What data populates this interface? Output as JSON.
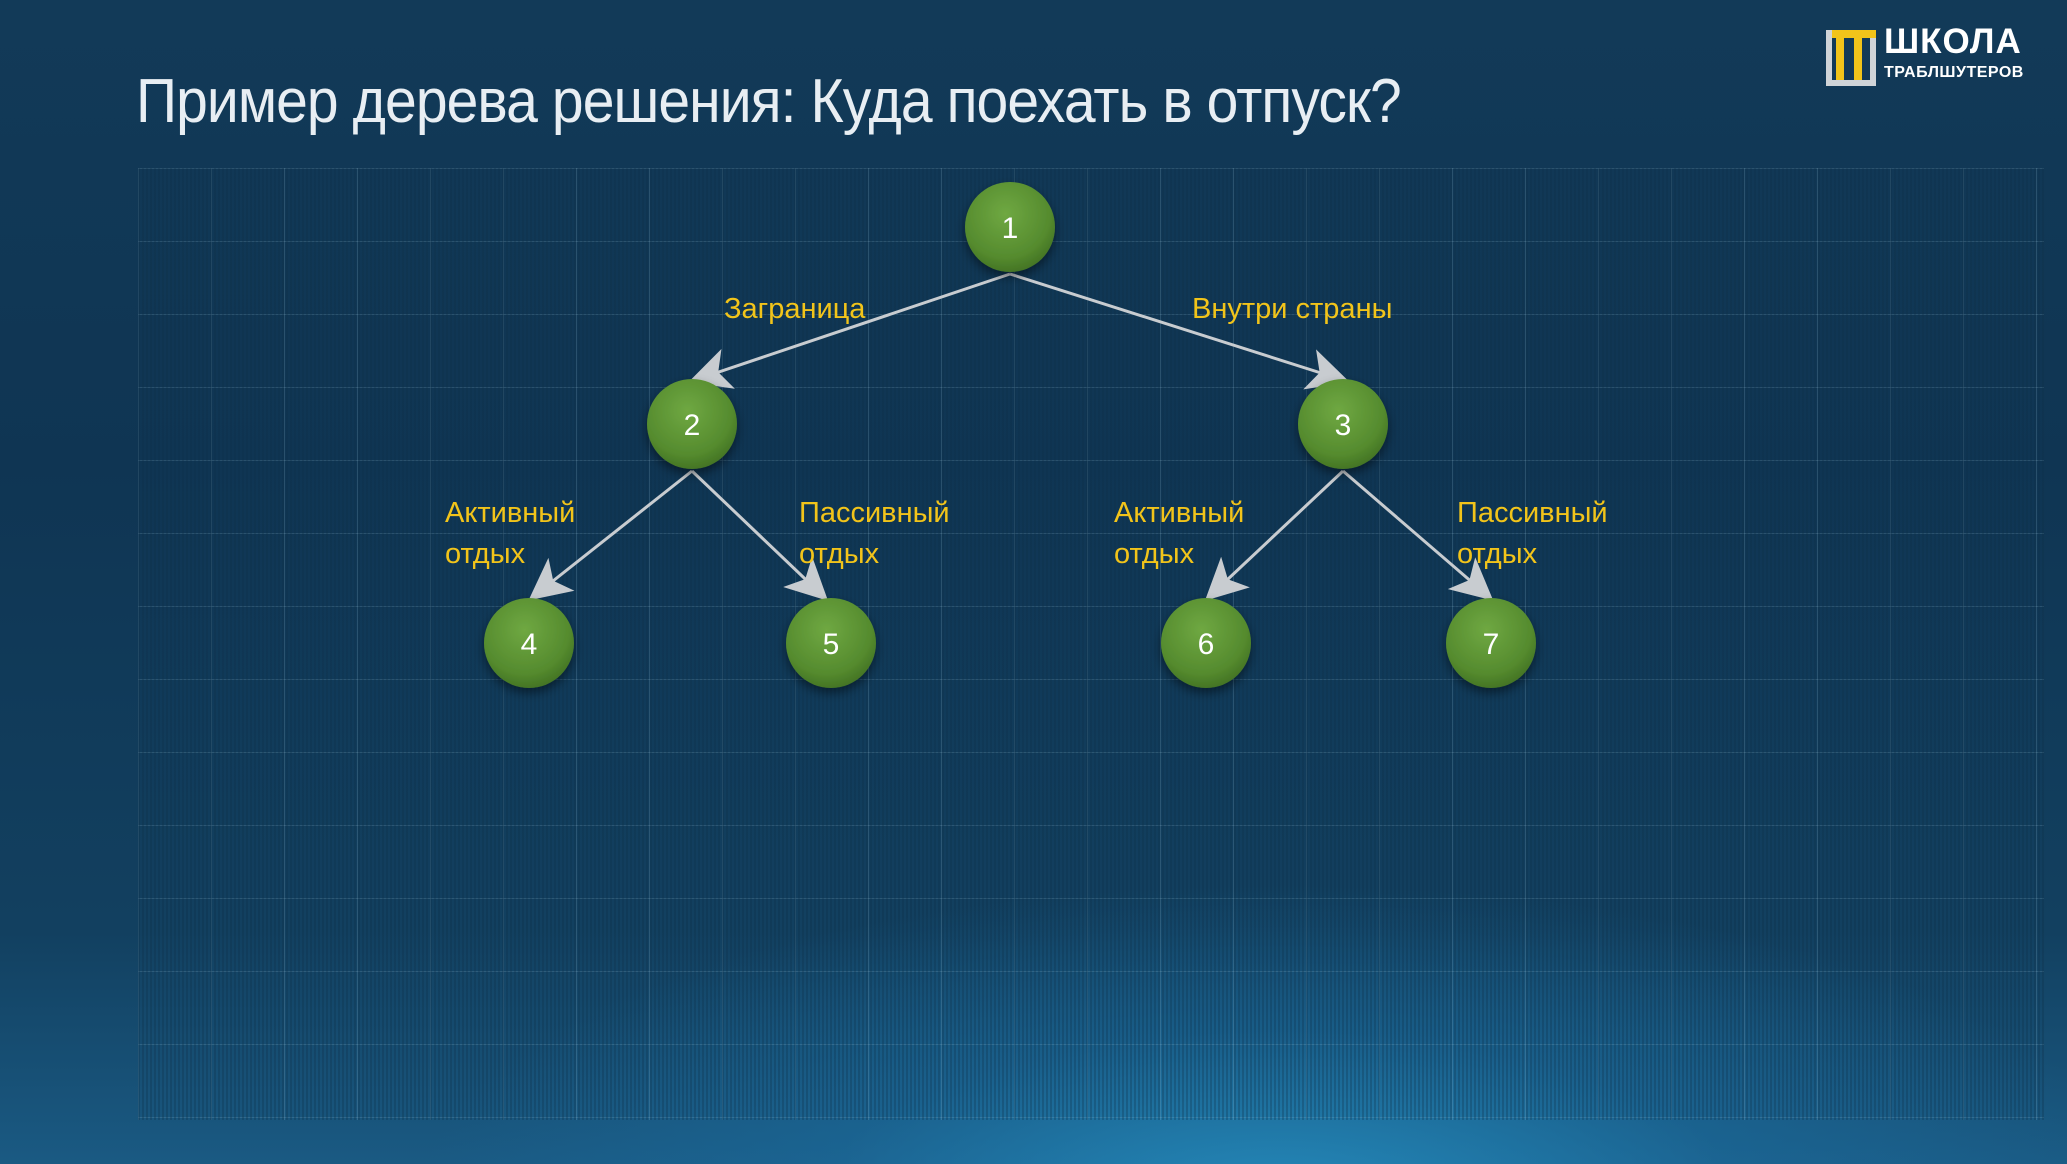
{
  "title": "Пример дерева решения: Куда поехать в отпуск?",
  "logo": {
    "main": "ШКОЛА",
    "sub": "ТРАБЛШУТЕРОВ"
  },
  "colors": {
    "node_fill": "#5a9232",
    "edge_line": "#c8ccd0",
    "edge_label": "#f2c41a",
    "title": "#e8eef3"
  },
  "nodes": {
    "n1": "1",
    "n2": "2",
    "n3": "3",
    "n4": "4",
    "n5": "5",
    "n6": "6",
    "n7": "7"
  },
  "edges": {
    "e1_2": "Заграница",
    "e1_3": "Внутри страны",
    "e2_4": [
      "Активный",
      "отдых"
    ],
    "e2_5": [
      "Пассивный",
      "отдых"
    ],
    "e3_6": [
      "Активный",
      "отдых"
    ],
    "e3_7": [
      "Пассивный",
      "отдых"
    ]
  }
}
